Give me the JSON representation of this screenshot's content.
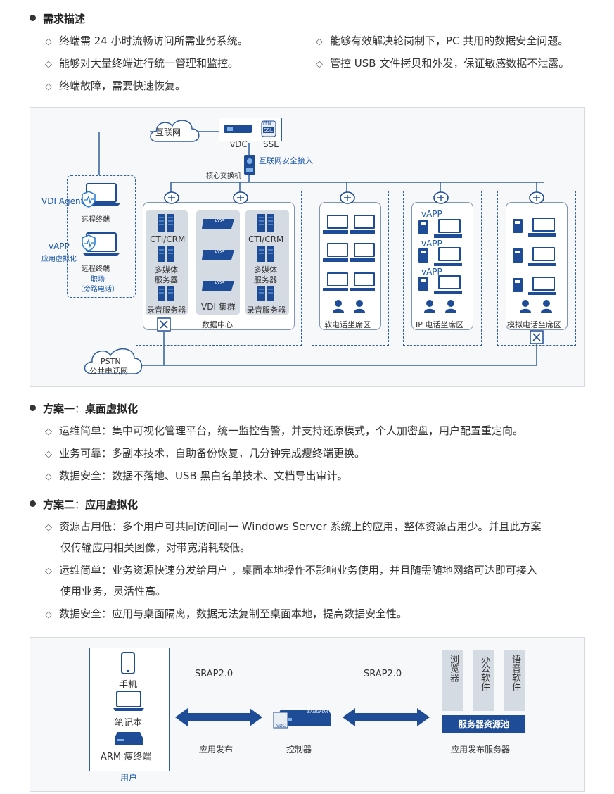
{
  "requirements": {
    "title": "需求描述",
    "items_left": [
      "终端需 24 小时流畅访问所需业务系统。",
      "能够对大量终端进行统一管理和监控。",
      "终端故障，需要快速恢复。"
    ],
    "items_right": [
      "能够有效解决轮岗制下，PC 共用的数据安全问题。",
      "管控 USB 文件拷贝和外发，保证敏感数据不泄露。"
    ]
  },
  "diagram1": {
    "internet": "互联网",
    "vdc": "vDC",
    "ssl": "SSL",
    "secure_access": "互联网安全接入",
    "core_switch": "核心交换机",
    "vdi_agent": "VDI Agent",
    "remote_terminal_1": "远程终端",
    "vapp_label": "vAPP",
    "app_virtualization": "应用虚拟化",
    "remote_terminal_2": "远程终端",
    "workplace": "职场",
    "bypass_phone": "（旁路电话）",
    "cti_crm_1": "CTI/CRM",
    "multimedia_1": "多媒体",
    "server_1": "服务器",
    "recording_1": "录音服务器",
    "vdi_cluster": "VDI 集群",
    "cti_crm_2": "CTI/CRM",
    "multimedia_2": "多媒体",
    "server_2": "服务器",
    "recording_2": "录音服务器",
    "data_center": "数据中心",
    "softphone_zone": "软电话坐席区",
    "ip_zone": "IP 电话坐席区",
    "analog_zone": "模拟电话坐席区",
    "vapp_1": "vAPP",
    "vapp_2": "vAPP",
    "vapp_3": "vAPP",
    "pstn": "PSTN",
    "pstn_name": "公共电话网",
    "vds_tag": "VDS",
    "vpn_tag": "VPN",
    "ssl_tag": "SSL"
  },
  "plan1": {
    "label": "方案一",
    "sep": "：",
    "title": "桌面虚拟化",
    "items": [
      "运维简单：集中可视化管理平台，统一监控告警，并支持还原模式，个人加密盘，用户配置重定向。",
      "业务可靠：多副本技术，自助备份恢复，几分钟完成瘦终端更换。",
      "数据安全：数据不落地、USB 黑白名单技术、文档导出审计。"
    ]
  },
  "plan2": {
    "label": "方案二",
    "sep": "：",
    "title": "应用虚拟化",
    "items": [
      {
        "line1": "资源占用低：多个用户可共同访问同一 Windows Server 系统上的应用，整体资源占用少。并且此方案",
        "line2": "仅传输应用相关图像，对带宽消耗较低。"
      },
      {
        "line1": "运维简单：业务资源快速分发给用户 ，桌面本地操作不影响业务使用，并且随需随地网络可达即可接入",
        "line2": "使用业务，灵活性高。"
      },
      {
        "line1": "数据安全：应用与桌面隔离，数据无法复制至桌面本地，提高数据安全性。",
        "line2": ""
      }
    ]
  },
  "diagram2": {
    "phone": "手机",
    "laptop": "笔记本",
    "arm_terminal": "ARM 瘦终端",
    "user": "用户",
    "srap_left": "SRAP2.0",
    "srap_right": "SRAP2.0",
    "app_publish": "应用发布",
    "controller": "控制器",
    "pool_items": [
      "浏览器",
      "办公软件",
      "语音软件"
    ],
    "pool": "服务器资源池",
    "app_server": "应用发布服务器",
    "sangfor_tag": "SANGFOR",
    "vdc_tag": "VDC"
  },
  "colors": {
    "blue_dark": "#1e4c96",
    "blue_text": "#1e5aa8",
    "panel_border": "#d6dbe2"
  }
}
